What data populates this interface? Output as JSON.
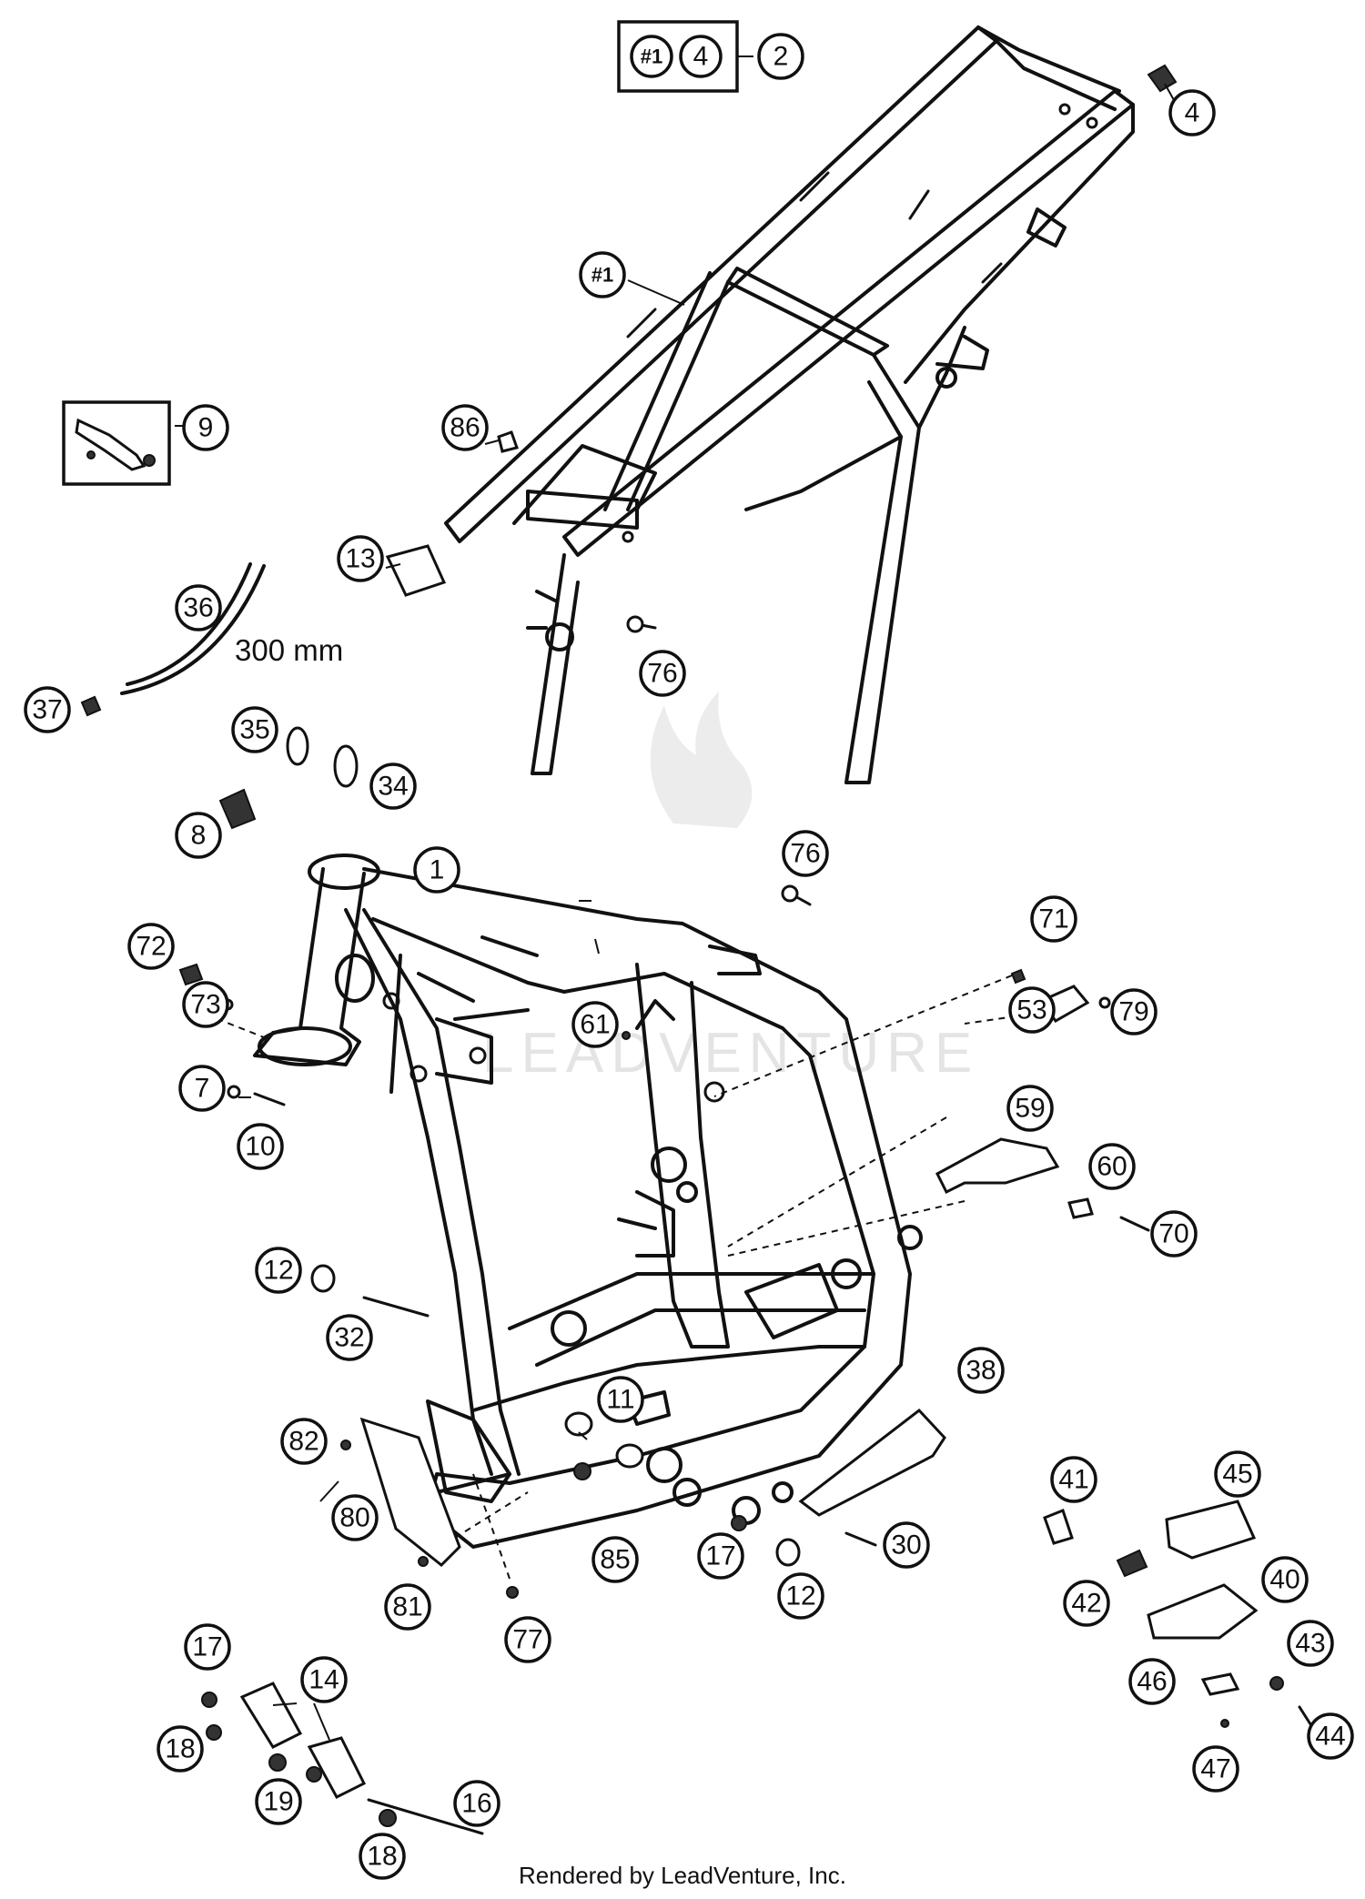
{
  "callouts": {
    "kit": {
      "ref1": "#1",
      "ref2": "4",
      "main": "2"
    },
    "c_4": "4",
    "c_ref1": "#1",
    "c_9": "9",
    "c_86": "86",
    "c_13": "13",
    "c_36": "36",
    "c_37": "37",
    "c_35": "35",
    "c_34": "34",
    "c_76a": "76",
    "c_8": "8",
    "c_76b": "76",
    "c_1": "1",
    "c_72": "72",
    "c_73": "73",
    "c_71": "71",
    "c_53": "53",
    "c_79": "79",
    "c_61": "61",
    "c_7": "7",
    "c_10": "10",
    "c_59": "59",
    "c_60": "60",
    "c_70": "70",
    "c_12a": "12",
    "c_32": "32",
    "c_11": "11",
    "c_38": "38",
    "c_82": "82",
    "c_80": "80",
    "c_85": "85",
    "c_17a": "17",
    "c_12b": "12",
    "c_30": "30",
    "c_41": "41",
    "c_45": "45",
    "c_42": "42",
    "c_40": "40",
    "c_81": "81",
    "c_77": "77",
    "c_17b": "17",
    "c_14": "14",
    "c_18a": "18",
    "c_19": "19",
    "c_16": "16",
    "c_18b": "18",
    "c_43": "43",
    "c_46": "46",
    "c_44": "44",
    "c_47": "47"
  },
  "labels": {
    "length": "300 mm",
    "footer": "Rendered by LeadVenture, Inc.",
    "watermark": "LEADVENTURE"
  }
}
